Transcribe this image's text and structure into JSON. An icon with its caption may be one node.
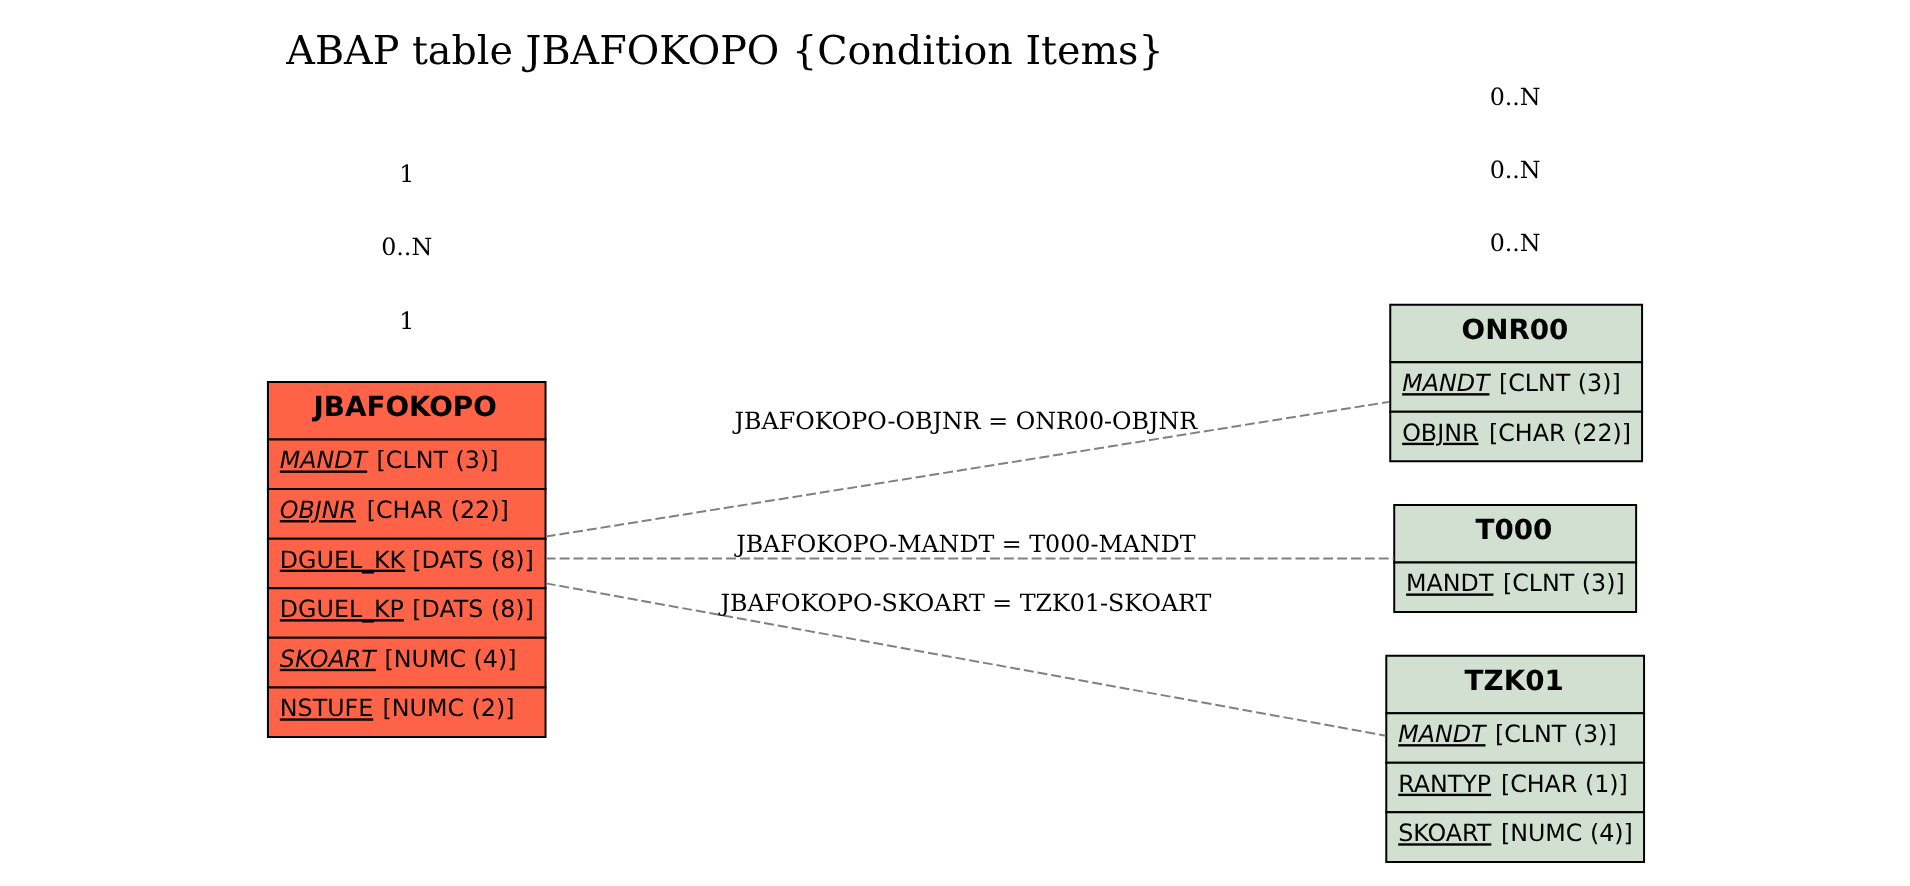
{
  "diagram": {
    "title": "ABAP table JBAFOKOPO {Condition Items}",
    "nodes": [
      {
        "text": [
          "JBAFOKOPO",
          "MANDT [CLNT (3)]",
          "OBJNR [CHAR (22)]",
          "DGUEL_KK [DATS (8)]",
          "DGUEL_KP [DATS (8)]",
          "SKOART [NUMC (4)]",
          "NSTUFE [NUMC (2)]"
        ]
      },
      {
        "text": [
          "ONR00",
          "MANDT [CLNT (3)]",
          "OBJNR [CHAR (22)]"
        ]
      },
      {
        "text": [
          "T000",
          "MANDT [CLNT (3)]"
        ]
      },
      {
        "text": [
          "TZK01",
          "MANDT [CLNT (3)]",
          "RANTYP [CHAR (1)]",
          "SKOART [NUMC (4)]"
        ]
      }
    ],
    "edges": [
      {
        "from": 0,
        "to": 1,
        "arrow": "none",
        "label": "JBAFOKOPO-OBJNR = ONR00-OBJNR",
        "style": "dashed"
      },
      {
        "from": 0,
        "to": 2,
        "arrow": "none",
        "label": "JBAFOKOPO-MANDT = T000-MANDT",
        "style": "dashed"
      },
      {
        "from": 0,
        "to": 3,
        "arrow": "none",
        "label": "JBAFOKOPO-SKOART = TZK01-SKOART",
        "style": "dashed"
      }
    ],
    "labels": [
      "0..N",
      "1",
      "0..N",
      "0..N",
      "1",
      "0..N"
    ]
  }
}
